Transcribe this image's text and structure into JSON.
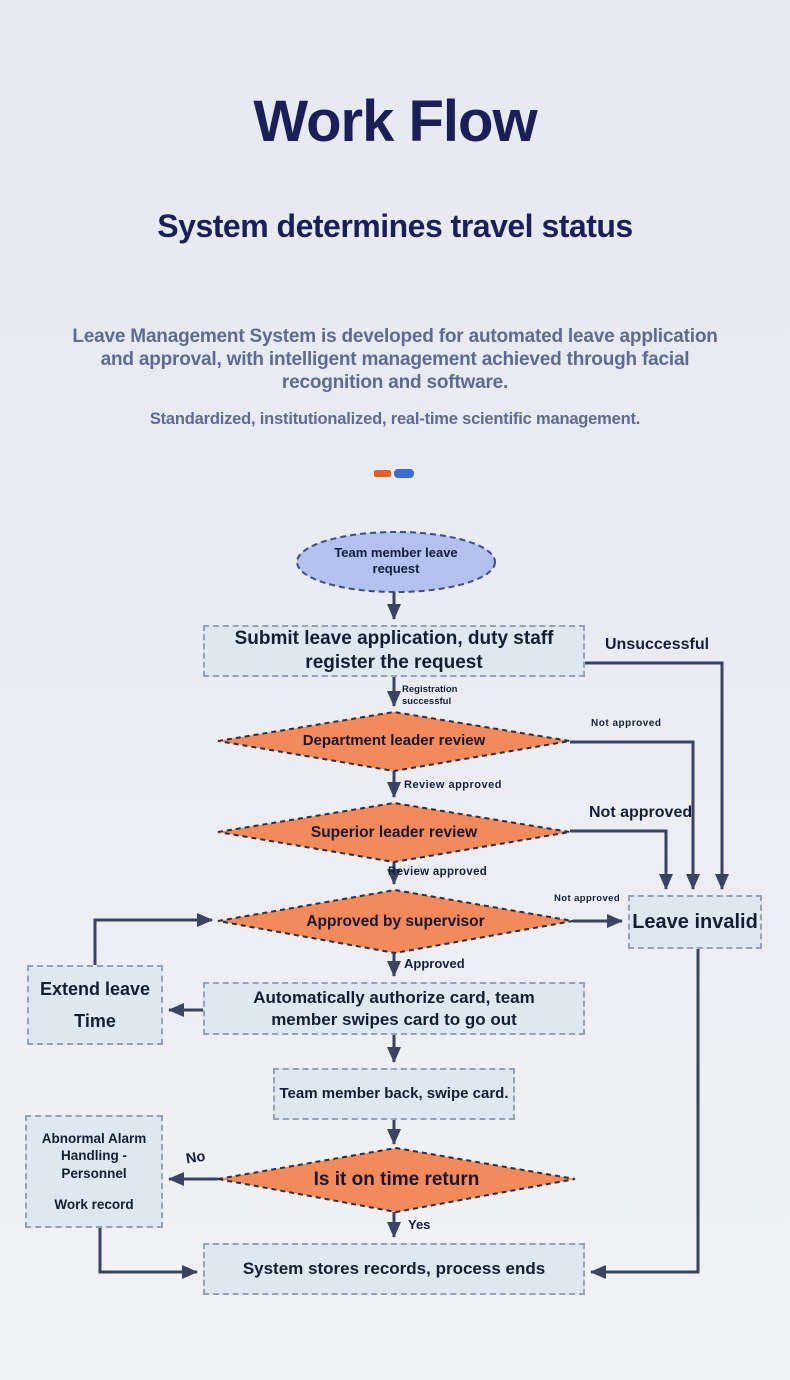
{
  "header": {
    "title": "Work Flow",
    "subtitle": "System determines travel status",
    "description": "Leave Management System is developed for automated leave application and approval, with intelligent management achieved through facial recognition and software.",
    "tagline": "Standardized, institutionalized, real-time scientific management."
  },
  "flowchart": {
    "nodes": {
      "start": "Team member leave request",
      "submit": "Submit leave application, duty staff register the request",
      "dept_review": "Department leader review",
      "superior_review": "Superior leader review",
      "supervisor_approval": "Approved by supervisor",
      "leave_invalid": "Leave invalid",
      "extend_leave_line1": "Extend leave",
      "extend_leave_line2": "Time",
      "authorize_card": "Automatically authorize card, team member swipes card to go out",
      "back_swipe": "Team member back, swipe card.",
      "abnormal_line1": "Abnormal Alarm Handling - Personnel",
      "abnormal_line2": "Work record",
      "on_time_return": "Is it on time return",
      "store_records": "System stores records, process ends"
    },
    "edge_labels": {
      "unsuccessful": "Unsuccessful",
      "registration_successful": "Registration successful",
      "not_approved_dept": "Not approved",
      "review_approved_dept": "Review approved",
      "not_approved_superior": "Not approved",
      "review_approved_superior": "Review approved",
      "not_approved_supervisor": "Not approved",
      "approved": "Approved",
      "no": "No",
      "yes": "Yes"
    },
    "colors": {
      "diamond_fill": "#f28a5c",
      "diamond_border": "#2f2f3d",
      "node_fill": "#dee8f1",
      "node_border": "#97a3b5",
      "ellipse_fill": "#b2c1ee",
      "ellipse_border": "#3e4d85",
      "arrow": "#3a4360",
      "title_navy": "#1a2057",
      "body_gray_blue": "#5d6b90",
      "accent_orange": "#e8611c",
      "accent_blue": "#3d6cd8"
    }
  }
}
